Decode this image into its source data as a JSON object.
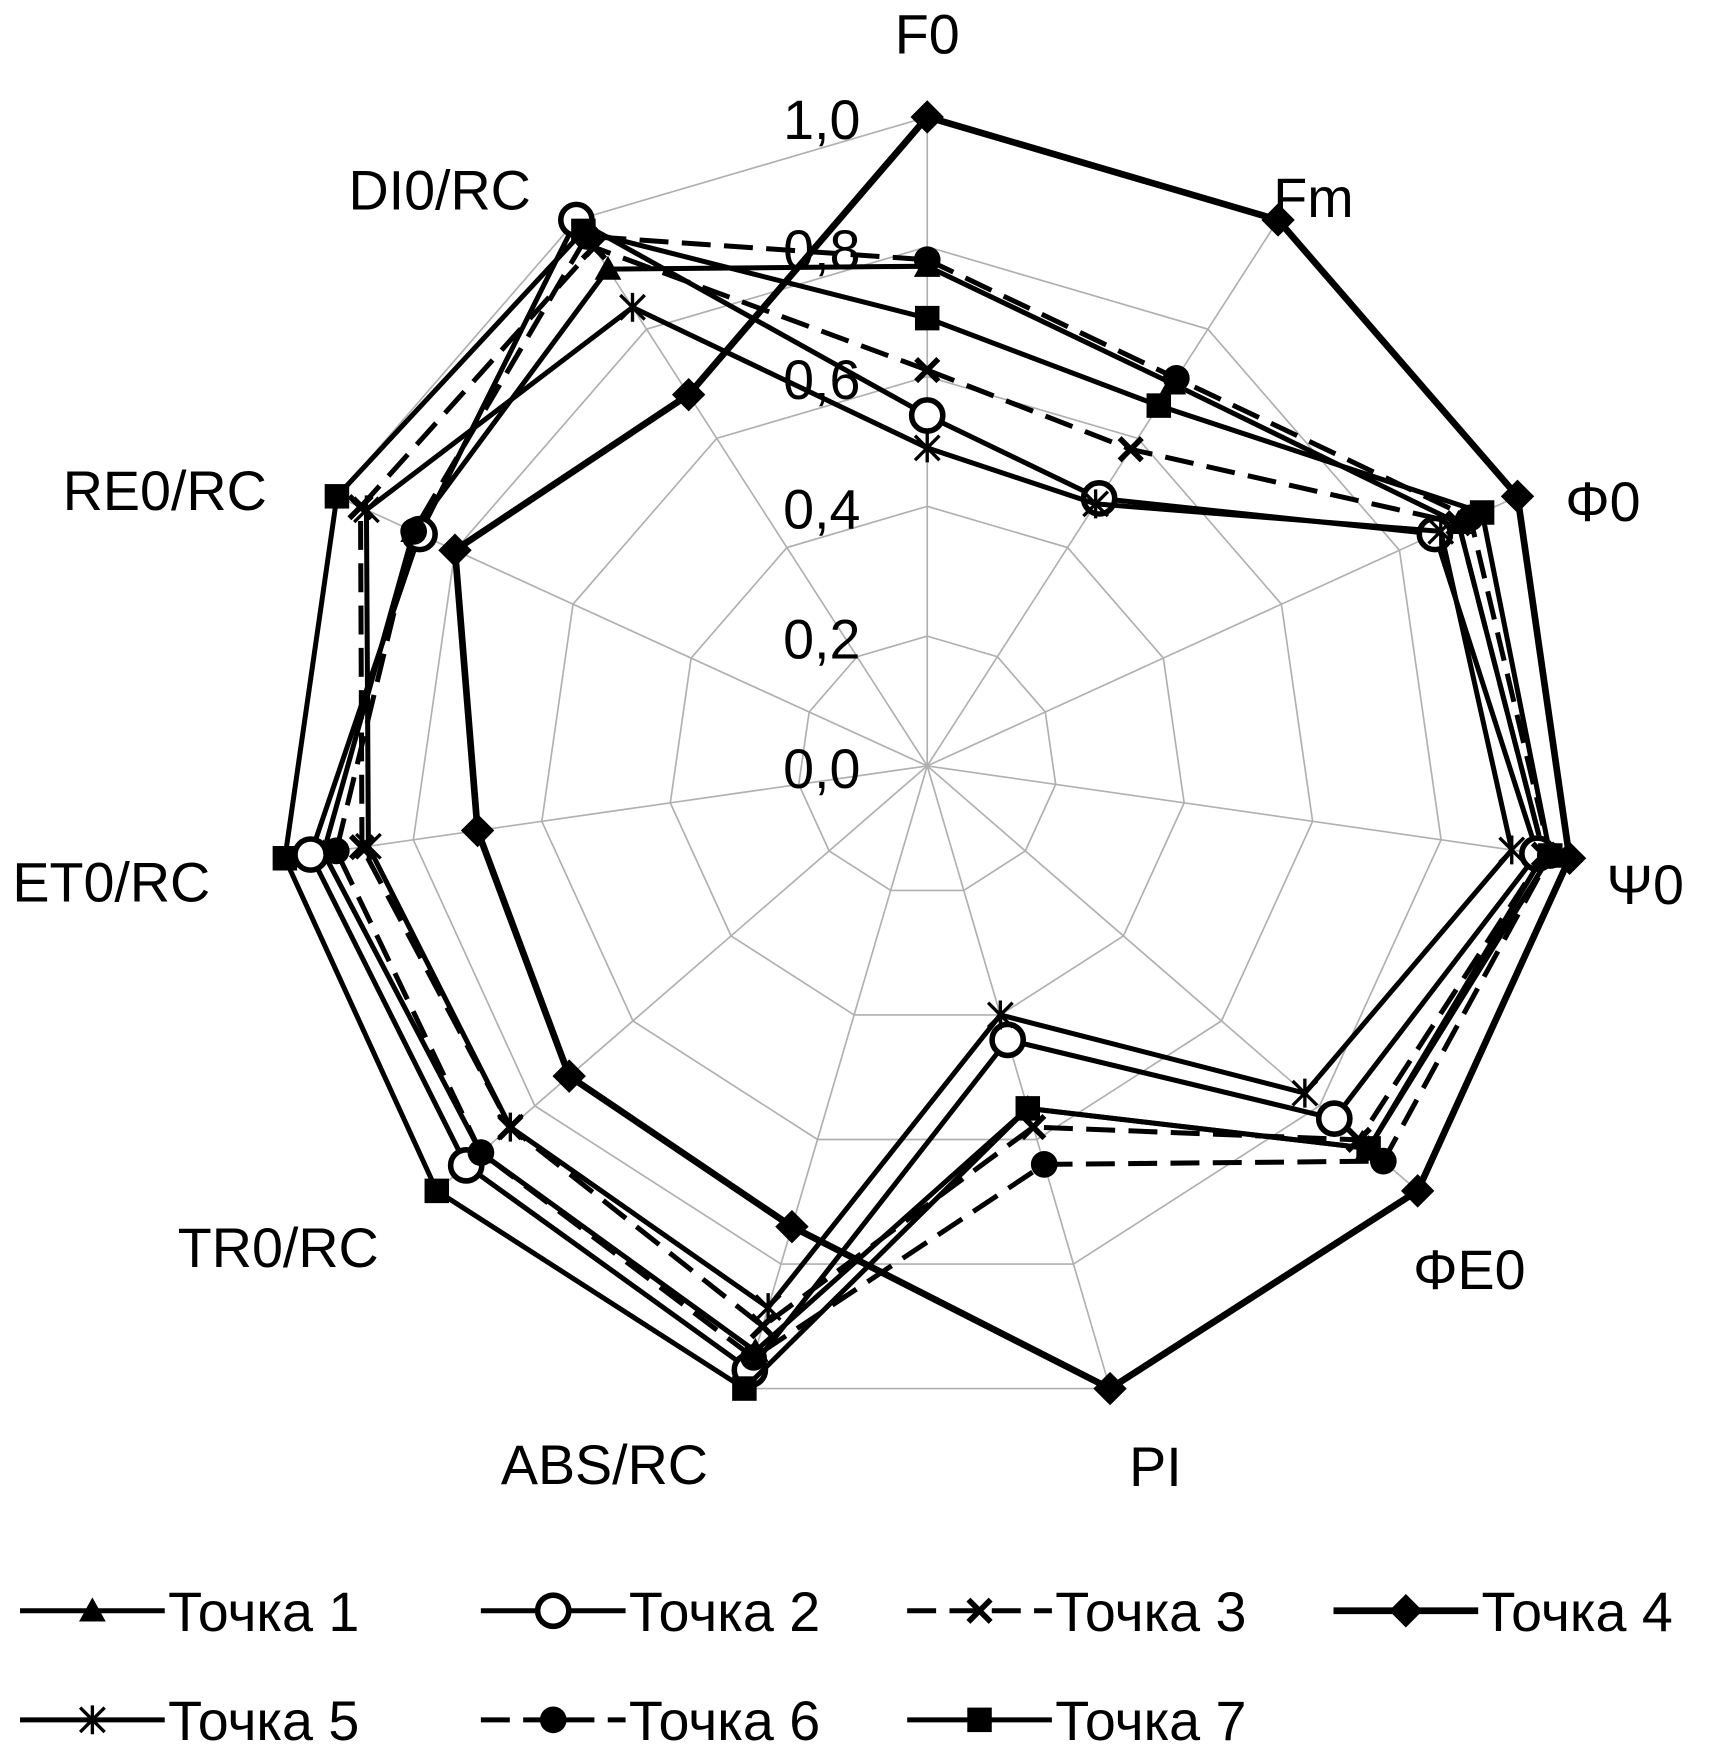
{
  "chart_data": {
    "type": "radar",
    "axes": [
      "F0",
      "Fm",
      "Φ0",
      "Ψ0",
      "ΦE0",
      "PI",
      "ABS/RC",
      "TR0/RC",
      "ET0/RC",
      "RE0/RC",
      "DI0/RC"
    ],
    "axis_labels": [
      {
        "main": "F",
        "sub": "0"
      },
      {
        "main": "F",
        "sub": "m"
      },
      {
        "main": "Φ",
        "sub": "0"
      },
      {
        "main": "Ψ",
        "sub": "0"
      },
      {
        "main": "Φ",
        "sub": "E0"
      },
      {
        "main": "PI",
        "sub": ""
      },
      {
        "main": "ABS/RC",
        "sub": ""
      },
      {
        "main": "TR",
        "sub": "0",
        "post": "/RC"
      },
      {
        "main": "ET",
        "sub": "0",
        "post": "/RC"
      },
      {
        "main": "RE",
        "sub": "0",
        "post": "/RC"
      },
      {
        "main": "DI",
        "sub": "0",
        "post": "/RC"
      }
    ],
    "rlim": [
      0,
      1.0
    ],
    "ticks": [
      "0,0",
      "0,2",
      "0,4",
      "0,6",
      "0,8",
      "1,0"
    ],
    "tick_values": [
      0,
      0.2,
      0.4,
      0.6,
      0.8,
      1.0
    ],
    "grid": true,
    "legend_position": "bottom",
    "series": [
      {
        "name": "Точка 1",
        "marker": "triangle",
        "dash": false,
        "values": [
          0.77,
          0.7,
          0.9,
          0.96,
          0.9,
          0.55,
          0.94,
          0.91,
          0.94,
          0.87,
          0.91
        ]
      },
      {
        "name": "Точка 2",
        "marker": "open-circle",
        "dash": false,
        "values": [
          0.54,
          0.49,
          0.86,
          0.95,
          0.83,
          0.44,
          0.97,
          0.94,
          0.96,
          0.86,
          1.0
        ]
      },
      {
        "name": "Точка 3",
        "marker": "x",
        "dash": true,
        "values": [
          0.61,
          0.58,
          0.9,
          0.96,
          0.88,
          0.58,
          0.9,
          0.85,
          0.88,
          0.96,
          0.95
        ]
      },
      {
        "name": "Точка 4",
        "marker": "diamond",
        "dash": false,
        "thick": true,
        "values": [
          1.0,
          1.0,
          1.0,
          1.0,
          1.0,
          1.0,
          0.74,
          0.73,
          0.7,
          0.8,
          0.68
        ]
      },
      {
        "name": "Точка 5",
        "marker": "asterisk",
        "dash": false,
        "values": [
          0.49,
          0.48,
          0.87,
          0.91,
          0.77,
          0.4,
          0.87,
          0.85,
          0.87,
          0.95,
          0.84
        ]
      },
      {
        "name": "Точка 6",
        "marker": "filled-circle",
        "dash": true,
        "values": [
          0.78,
          0.71,
          0.92,
          0.97,
          0.93,
          0.64,
          0.95,
          0.91,
          0.92,
          0.87,
          0.97
        ]
      },
      {
        "name": "Точка 7",
        "marker": "square",
        "dash": false,
        "values": [
          0.69,
          0.66,
          0.94,
          0.97,
          0.9,
          0.55,
          1.0,
          1.0,
          1.0,
          1.0,
          0.98
        ]
      }
    ]
  }
}
